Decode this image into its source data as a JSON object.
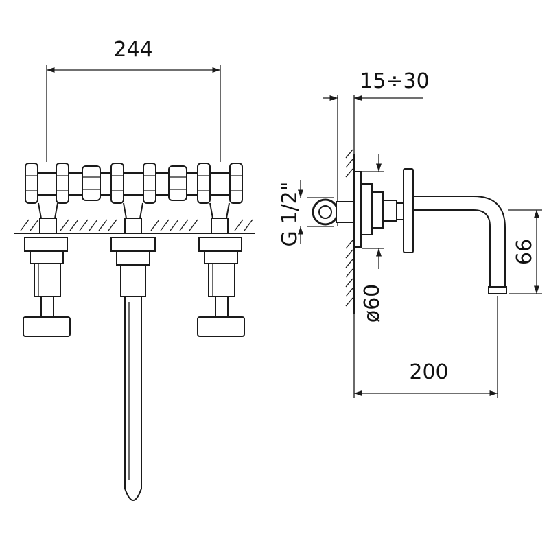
{
  "drawing": {
    "title": "",
    "dimensions": {
      "handle_spacing": "244",
      "wall_thickness": "15÷30",
      "spout_height": "66",
      "spout_projection": "200",
      "rosette_diameter": "ø60",
      "thread_size": "G 1/2\""
    },
    "colors": {
      "line": "#1a1a1a",
      "background": "#ffffff"
    }
  }
}
